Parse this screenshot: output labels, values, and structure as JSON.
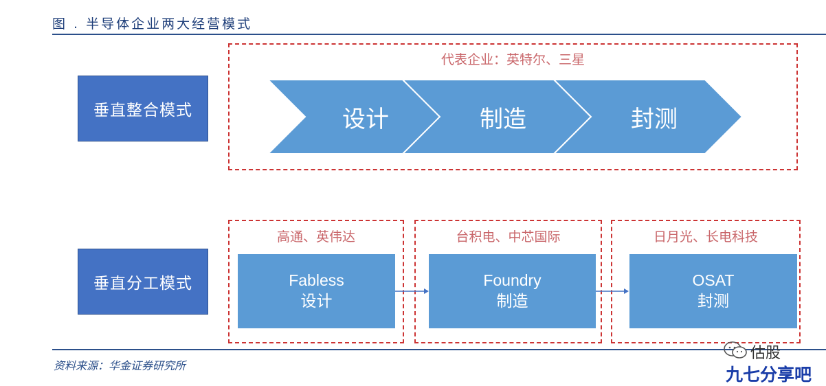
{
  "title": "图 . 半导体企业两大经营模式",
  "vertical_integration": {
    "mode_label": "垂直整合模式",
    "representatives": "代表企业：英特尔、三星",
    "stages": [
      "设计",
      "制造",
      "封测"
    ]
  },
  "vertical_division": {
    "mode_label": "垂直分工模式",
    "groups": [
      {
        "companies": "高通、英伟达",
        "name_en": "Fabless",
        "name_cn": "设计"
      },
      {
        "companies": "台积电、中芯国际",
        "name_en": "Foundry",
        "name_cn": "制造"
      },
      {
        "companies": "日月光、长电科技",
        "name_en": "OSAT",
        "name_cn": "封测"
      }
    ]
  },
  "source": "资料来源：华金证券研究所",
  "watermark": {
    "account": "估股",
    "site": "九七分享吧"
  },
  "colors": {
    "mode_box": "#4472c4",
    "chevron": "#5b9bd5",
    "stage_box": "#5b9bd5",
    "dashed_border": "#cc3333",
    "rule": "#2b4f8a"
  }
}
